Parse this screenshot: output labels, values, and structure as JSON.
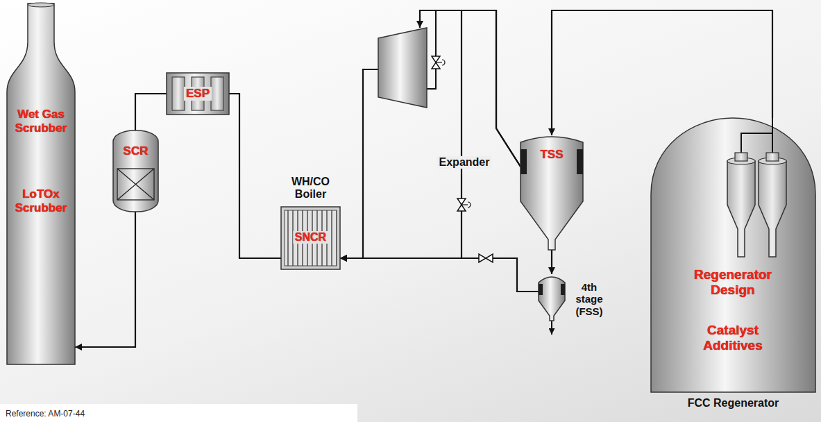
{
  "diagram": {
    "nodes": [
      {
        "text": [
          "Wet Gas Scrubber",
          "LoTOx Scrubber"
        ]
      },
      {
        "text": [
          "SCR"
        ]
      },
      {
        "text": [
          "ESP"
        ]
      },
      {
        "text": [
          "WH/CO Boiler",
          "SNCR"
        ]
      },
      {
        "text": [
          "Expander"
        ]
      },
      {
        "text": [
          "TSS"
        ]
      },
      {
        "text": [
          "4th stage (FSS)"
        ]
      },
      {
        "text": [
          "Regenerator Design",
          "Catalyst Additives",
          "FCC Regenerator"
        ]
      }
    ],
    "edges": [
      {
        "from": 7,
        "to": 5,
        "arrow": "to"
      },
      {
        "from": 5,
        "to": 4,
        "arrow": "to"
      },
      {
        "from": 4,
        "to": 3,
        "arrow": "to"
      },
      {
        "from": 5,
        "to": 3,
        "arrow": "to"
      },
      {
        "from": 5,
        "to": 6,
        "arrow": "to"
      },
      {
        "from": 6,
        "to": 3,
        "arrow": "to"
      },
      {
        "from": 3,
        "to": 2,
        "arrow": "none"
      },
      {
        "from": 2,
        "to": 1,
        "arrow": "none"
      },
      {
        "from": 1,
        "to": 0,
        "arrow": "to"
      }
    ],
    "labels": [
      "Reference: AM-07-44"
    ]
  }
}
